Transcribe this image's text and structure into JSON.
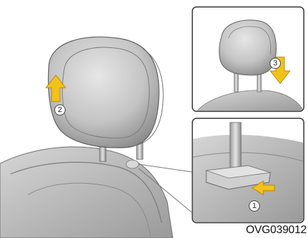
{
  "figure": {
    "code": "OVG039012",
    "markers": {
      "one": "1",
      "two": "2",
      "three": "3"
    },
    "colors": {
      "arrow": "#f3c21a",
      "arrow_edge": "#b58a00",
      "seat": "#c9c9c9",
      "seat_dark": "#8a8a8a"
    },
    "icons": [
      "up-arrow-icon",
      "down-arrow-icon",
      "push-arrow-icon"
    ]
  }
}
